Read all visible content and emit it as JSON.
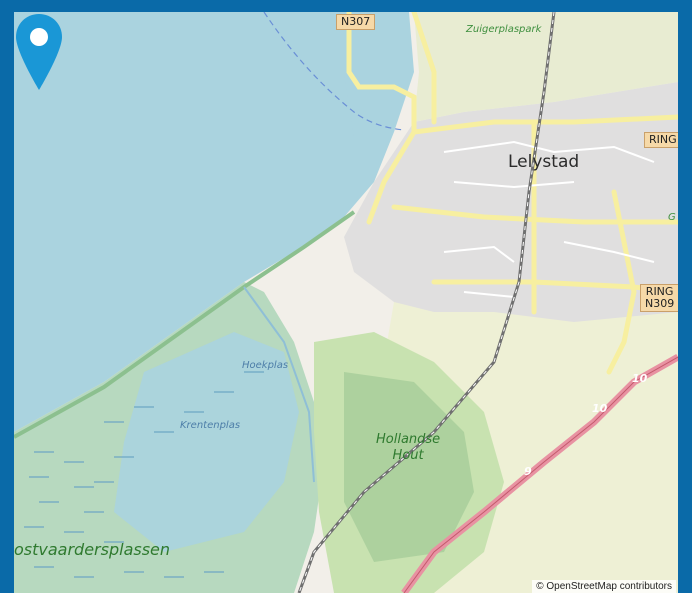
{
  "map": {
    "labels": {
      "city": "Lelystad",
      "park_north": "Zuigerplaspark",
      "lake_hoek": "Hoekplas",
      "lake_krenten": "Krentenplas",
      "forest": "Hollandse\nHout",
      "region": "ostvaardersplassen",
      "ring_top": "RING",
      "ring_right": "RING",
      "g_edge": "G"
    },
    "road_shields": {
      "n307": "N307",
      "n309": "N309",
      "ring_top": "RING",
      "ring_mid": "RING"
    },
    "highway_numbers": [
      "10",
      "10",
      "9"
    ],
    "marker": {
      "icon": "map-pin-icon",
      "color": "#1a97d6"
    },
    "attribution": "© OpenStreetMap contributors"
  }
}
